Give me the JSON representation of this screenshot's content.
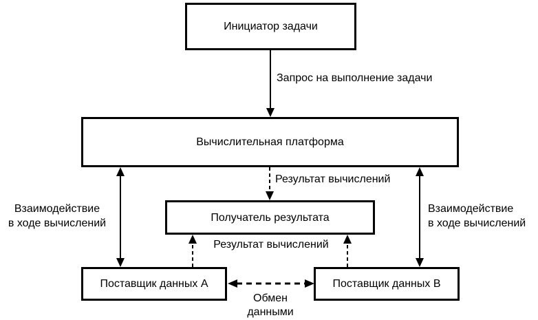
{
  "diagram": {
    "type": "flowchart",
    "language": "ru",
    "colors": {
      "background": "#ffffff",
      "line": "#000000",
      "box_fill": "#ffffff",
      "text": "#000000"
    },
    "nodes": {
      "initiator": "Инициатор задачи",
      "platform": "Вычислительная платформа",
      "receiver": "Получатель результата",
      "provider_a": "Поставщик данных A",
      "provider_b": "Поставщик данных B"
    },
    "labels": {
      "request": "Запрос на выполнение задачи",
      "result_top": "Результат вычислений",
      "result_bottom": "Результат вычислений",
      "exchange_line1": "Обмен",
      "exchange_line2": "данными",
      "interaction_left_line1": "Взаимодействие",
      "interaction_left_line2": "в ходе вычислений",
      "interaction_right_line1": "Взаимодействие",
      "interaction_right_line2": "в ходе вычислений"
    },
    "edges": [
      {
        "from": "initiator",
        "to": "platform",
        "style": "solid",
        "direction": "down",
        "label": "Запрос на выполнение задачи"
      },
      {
        "from": "platform",
        "to": "receiver",
        "style": "dashed",
        "direction": "down",
        "label": "Результат вычислений"
      },
      {
        "from": "provider_a",
        "to": "receiver",
        "style": "dashed",
        "direction": "up",
        "label": "Результат вычислений"
      },
      {
        "from": "provider_b",
        "to": "receiver",
        "style": "dashed",
        "direction": "up",
        "label": "Результат вычислений"
      },
      {
        "from": "platform",
        "to": "provider_a",
        "style": "solid",
        "direction": "both",
        "label": "Взаимодействие в ходе вычислений"
      },
      {
        "from": "platform",
        "to": "provider_b",
        "style": "solid",
        "direction": "both",
        "label": "Взаимодействие в ходе вычислений"
      },
      {
        "from": "provider_a",
        "to": "provider_b",
        "style": "dashed",
        "direction": "both",
        "label": "Обмен данными"
      }
    ]
  }
}
